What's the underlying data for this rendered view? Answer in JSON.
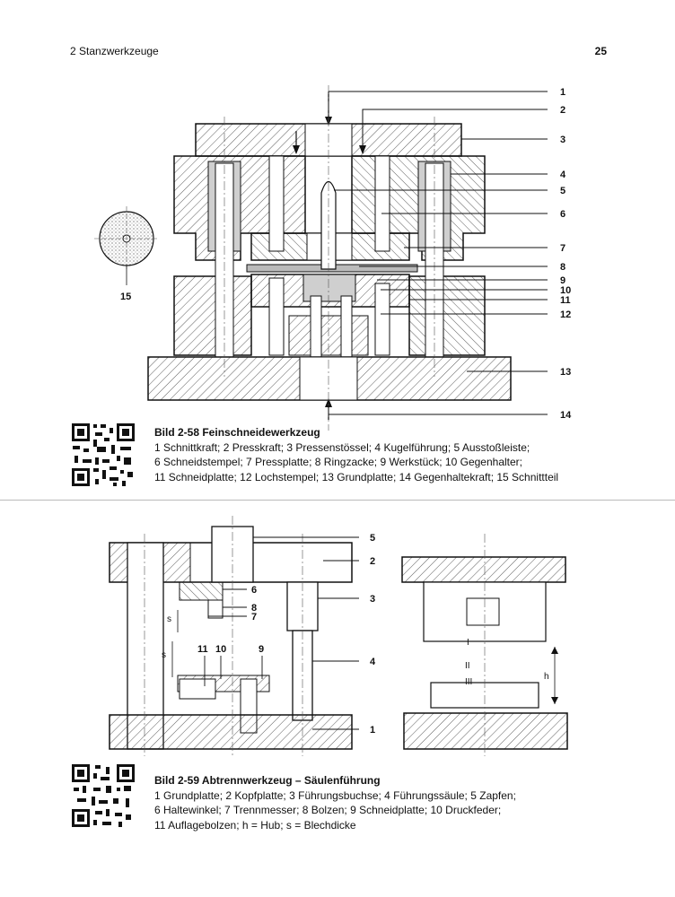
{
  "header": {
    "chapter": "2   Stanzwerkzeuge",
    "page_number": "25"
  },
  "figure1": {
    "caption_title": "Bild 2-58   Feinschneidewerkzeug",
    "caption_lines": [
      "1 Schnittkraft;  2 Presskraft;  3 Pressenstössel;  4 Kugelführung;  5 Ausstoßleiste;",
      "6 Schneidstempel;  7 Pressplatte;  8 Ringzacke;  9 Werkstück;  10 Gegenhalter;",
      "11 Schneidplatte;  12 Lochstempel;  13 Grundplatte;  14 Gegenhaltekraft;  15 Schnittteil"
    ],
    "callouts": [
      "1",
      "2",
      "3",
      "4",
      "5",
      "6",
      "7",
      "8",
      "9",
      "10",
      "11",
      "12",
      "13",
      "14",
      "15"
    ]
  },
  "figure2": {
    "caption_title": "Bild 2-59   Abtrennwerkzeug – Säulenführung",
    "caption_lines": [
      "1 Grundplatte;  2 Kopfplatte;  3 Führungsbuchse;  4 Führungssäule;  5 Zapfen;",
      "6 Haltewinkel;  7 Trennmesser;  8 Bolzen;  9 Schneidplatte;  10 Druckfeder;",
      "11 Auflagebolzen;  h = Hub;  s = Blechdicke"
    ],
    "callouts": [
      "1",
      "2",
      "3",
      "4",
      "5",
      "6",
      "7",
      "8",
      "9",
      "10",
      "11"
    ],
    "dimension_labels": {
      "s": "s",
      "h": "h",
      "roman_1": "I",
      "roman_2": "II",
      "roman_3": "III"
    }
  }
}
